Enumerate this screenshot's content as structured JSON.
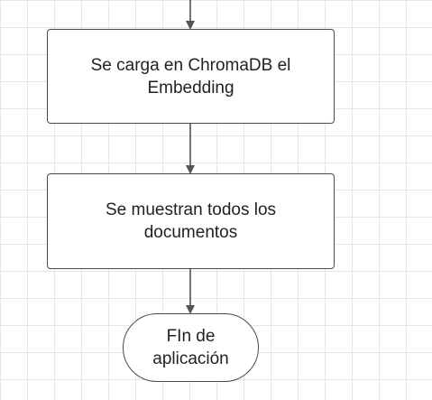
{
  "diagram": {
    "nodes": [
      {
        "id": "load",
        "shape": "process",
        "label": "Se carga en ChromaDB el\nEmbedding"
      },
      {
        "id": "show",
        "shape": "process",
        "label": "Se muestran todos los\ndocumentos"
      },
      {
        "id": "end",
        "shape": "terminator",
        "label": "FIn de\naplicación"
      }
    ],
    "edges": [
      {
        "from": "",
        "to": "load"
      },
      {
        "from": "load",
        "to": "show"
      },
      {
        "from": "show",
        "to": "end"
      }
    ],
    "colors": {
      "stroke": "#4a4a4a",
      "arrow": "#555555",
      "grid": "#e6e6e6",
      "text": "#222222"
    }
  }
}
